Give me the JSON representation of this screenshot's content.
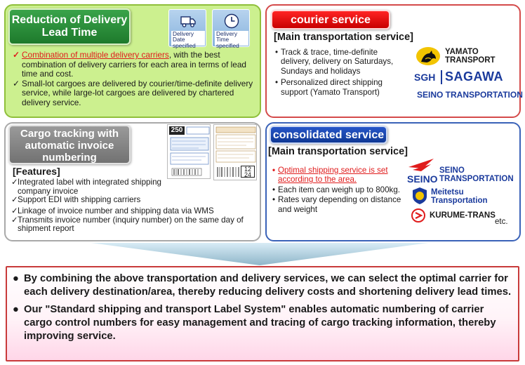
{
  "lead_time": {
    "title": "Reduction of Delivery Lead Time",
    "icon_date_label": "Delivery Date specified",
    "icon_time_label": "Delivery Time specified",
    "bullet_mark": "✓",
    "point1_highlight": "Combination of multiple delivery carriers",
    "point1_rest": ", with the best combination of delivery carriers for each area in terms of lead time and cost.",
    "point2": "Small-lot cargoes are delivered by courier/time-definite delivery service, while large-lot cargoes are delivered by chartered delivery service."
  },
  "courier": {
    "title": "courier service",
    "heading": "[Main transportation service]",
    "bullet_mark": "•",
    "items": [
      "Track & trace, time-definite delivery, delivery on Saturdays, Sundays and holidays",
      "Personalized direct shipping support (Yamato Transport)"
    ],
    "logo_yamato_line1": "YAMATO",
    "logo_yamato_line2": "TRANSPORT",
    "logo_sg": "SGH",
    "logo_sagawa": "SAGAWA",
    "logo_seino": "SEINO TRANSPORTATION"
  },
  "cargo": {
    "title": "Cargo tracking with automatic invoice numbering",
    "features_heading": "[Features]",
    "bullet_mark": "✓",
    "label_number_a": "250",
    "label_number_b_top": "12",
    "label_number_b_bottom": "24",
    "features": [
      "Integrated label with integrated shipping company invoice",
      "Support EDI with shipping carriers",
      "Linkage of invoice number and shipping data via WMS",
      "Transmits invoice number (inquiry number) on the same day of shipment report"
    ]
  },
  "consolidated": {
    "title": "consolidated service",
    "heading": "[Main transportation service]",
    "bullet_mark": "•",
    "highlight": "Optimal shipping service is set according to the area.",
    "items": [
      "Each item can weigh up to 800kg.",
      "Rates vary depending on distance and weight"
    ],
    "logo_seino_mark": "SEINO",
    "logo_seino_line1": "SEINO",
    "logo_seino_line2": "TRANSPORTATION",
    "logo_meitetsu_line1": "Meitetsu",
    "logo_meitetsu_line2": "Transportation",
    "logo_kurume": "KURUME-TRANS",
    "etc": "etc."
  },
  "summary": {
    "bullet_mark": "●",
    "point1": "By combining the above transportation and delivery services, we can select the optimal carrier for each delivery destination/area, thereby reducing delivery costs and shortening delivery lead times.",
    "point2": "Our \"Standard shipping and transport Label System\" enables automatic numbering of carrier cargo control numbers for easy management and tracing of cargo tracking information, thereby improving service."
  },
  "colors": {
    "lead_panel_bg": "#ccf08f",
    "lead_title_bg": "#2a8f3a",
    "courier_title_bg": "#e60000",
    "consol_title_bg": "#1a46b0",
    "cargo_title_bg": "#8a8a8a",
    "highlight_red": "#e01c1c",
    "summary_border": "#c83a3a"
  }
}
